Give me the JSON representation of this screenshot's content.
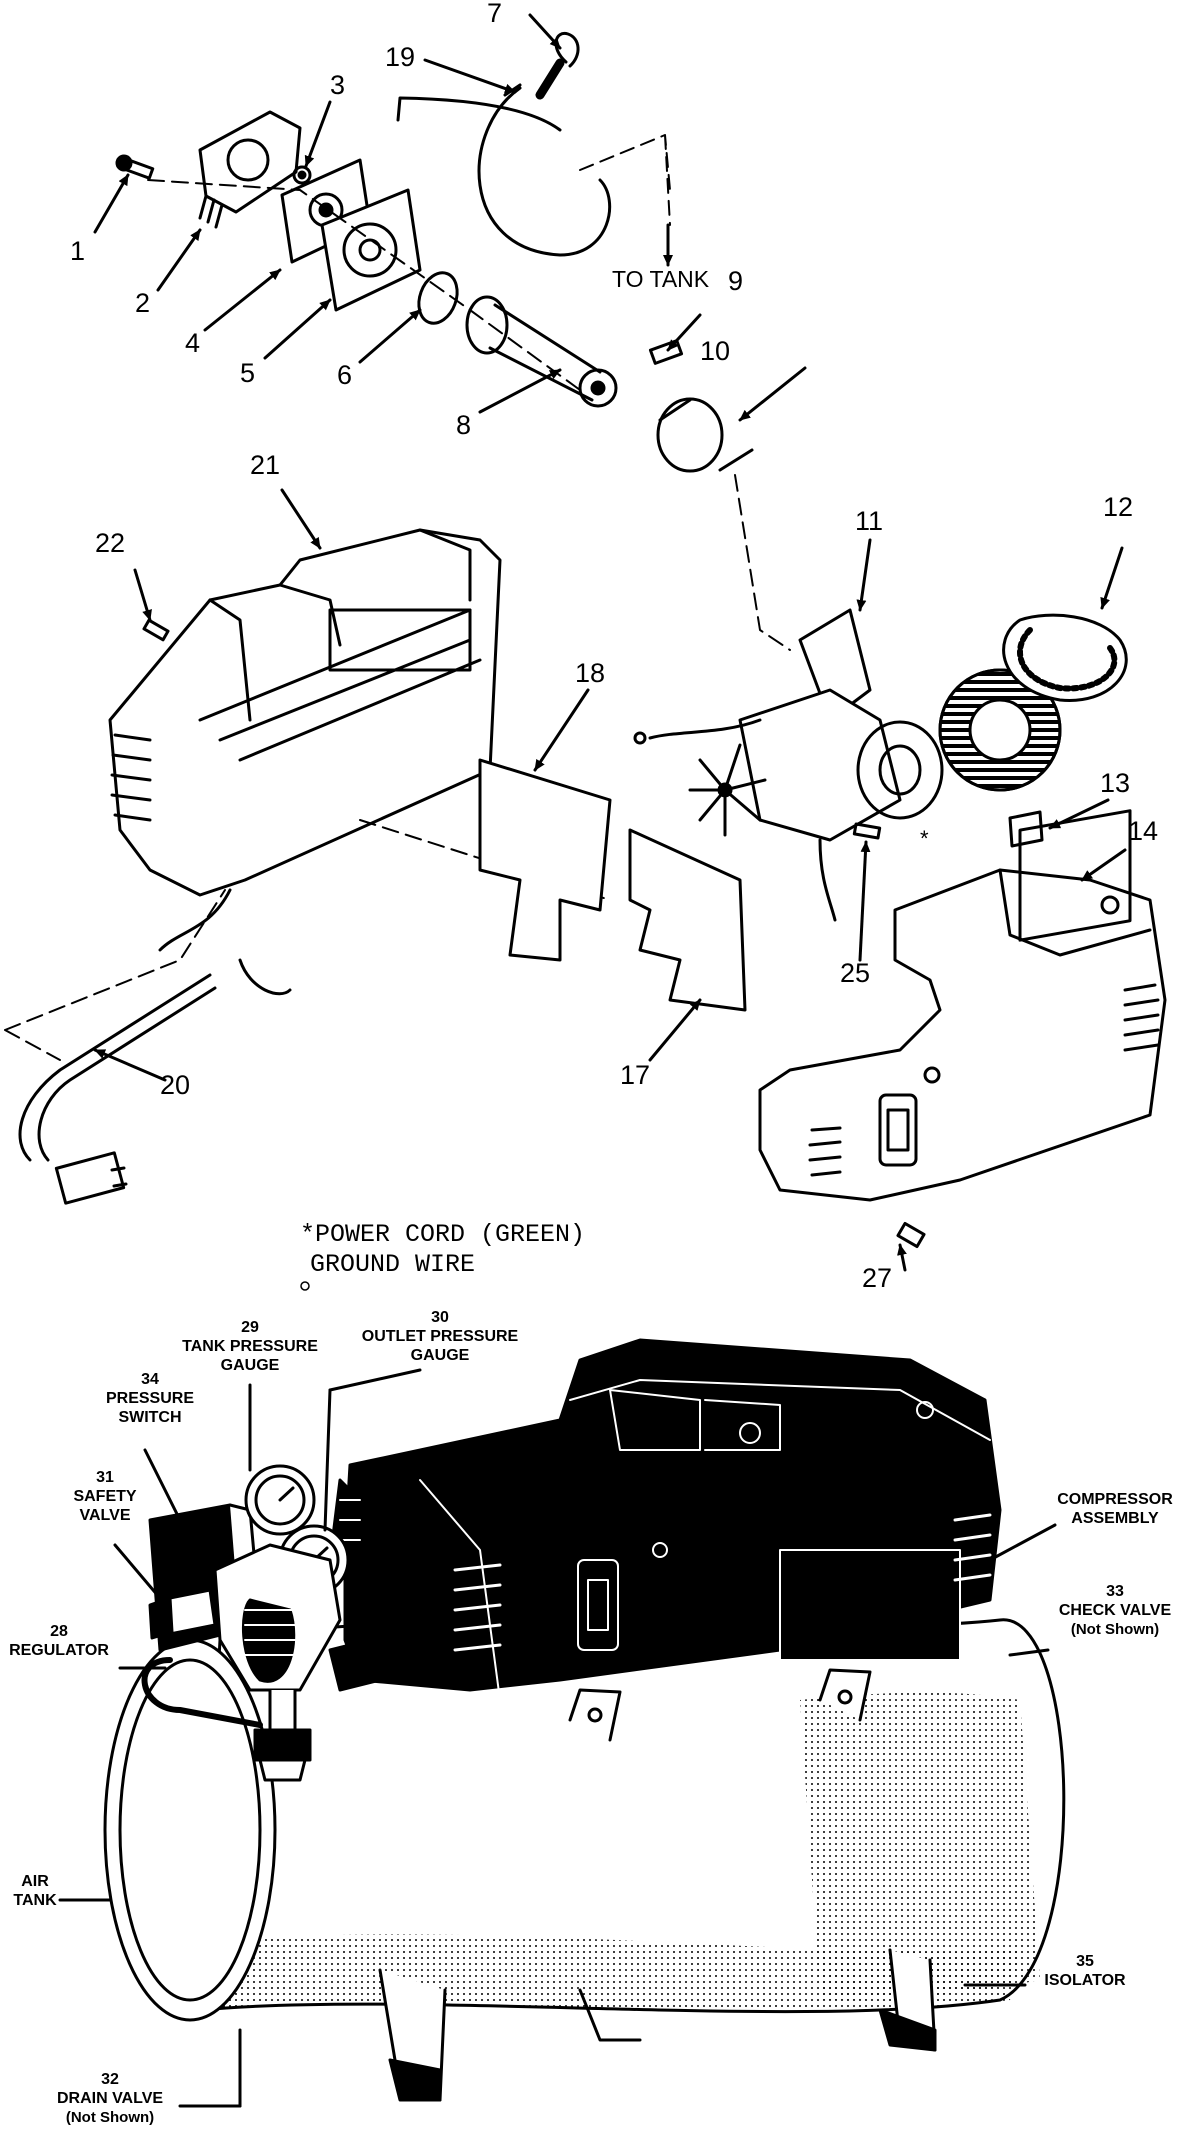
{
  "callouts": {
    "c1": "1",
    "c2": "2",
    "c3": "3",
    "c4": "4",
    "c5": "5",
    "c6": "6",
    "c7": "7",
    "c8": "8",
    "c9": "9",
    "c10": "10",
    "c11": "11",
    "c12": "12",
    "c13": "13",
    "c14": "14",
    "c17": "17",
    "c18": "18",
    "c19": "19",
    "c20": "20",
    "c21": "21",
    "c22": "22",
    "c25": "25",
    "c27": "27"
  },
  "labels": {
    "to_tank": "TO TANK",
    "asterisk": "*",
    "note_line1": "*POWER CORD (GREEN)",
    "note_line2": "GROUND WIRE",
    "tank_gauge_num": "29",
    "tank_gauge_l1": "TANK PRESSURE",
    "tank_gauge_l2": "GAUGE",
    "outlet_gauge_num": "30",
    "outlet_gauge_l1": "OUTLET PRESSURE",
    "outlet_gauge_l2": "GAUGE",
    "pressure_switch_num": "34",
    "pressure_switch_l1": "PRESSURE",
    "pressure_switch_l2": "SWITCH",
    "safety_valve_num": "31",
    "safety_valve_l1": "SAFETY",
    "safety_valve_l2": "VALVE",
    "regulator_num": "28",
    "regulator_l1": "REGULATOR",
    "compressor_l1": "COMPRESSOR",
    "compressor_l2": "ASSEMBLY",
    "check_valve_num": "33",
    "check_valve_l1": "CHECK VALVE",
    "check_valve_l2": "(Not Shown)",
    "air_tank_l1": "AIR",
    "air_tank_l2": "TANK",
    "isolator_num": "35",
    "isolator_l1": "ISOLATOR",
    "drain_valve_num": "32",
    "drain_valve_l1": "DRAIN VALVE",
    "drain_valve_l2": "(Not Shown)"
  }
}
